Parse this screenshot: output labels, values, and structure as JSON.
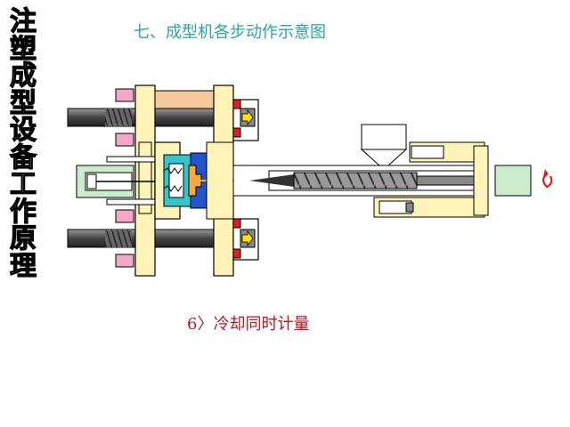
{
  "side_title": [
    "注",
    "塑",
    "成",
    "型",
    "设",
    "备",
    "工",
    "作",
    "原",
    "理"
  ],
  "main_title": "七、成型机各步动作示意图",
  "step_caption": "6〉冷却同时计量",
  "colors": {
    "frame_yellow": "#fff3b8",
    "frame_outline": "#000000",
    "tie_bar": "#555555",
    "pink_block": "#f2a6c8",
    "light_green": "#cdeccd",
    "cylinder_orange": "#f4c89a",
    "cyan_mold": "#33c6cc",
    "blue_mold": "#2255cc",
    "red_piston": "#e02020",
    "main_title": "#2aa89a",
    "caption": "#c0161c"
  },
  "icons": [
    "yellow-arrow-icon",
    "rotation-arrow-icon"
  ]
}
